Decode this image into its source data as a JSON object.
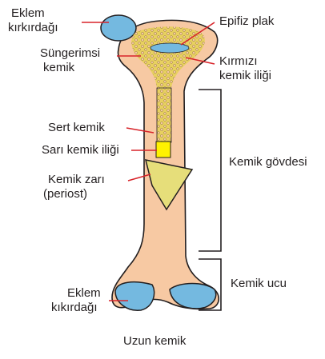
{
  "labels": {
    "eklem_kikirdagi_top_1": "Eklem",
    "eklem_kikirdagi_top_2": "kırkırdağı",
    "epifiz_plak": "Epifiz plak",
    "sungerimsi_1": "Süngerimsi",
    "sungerimsi_2": "kemik",
    "kirmizi_1": "Kırmızı",
    "kirmizi_2": "kemik iliği",
    "sert_kemik": "Sert kemik",
    "sari_kemik_iligi": "Sarı kemik iliği",
    "kemik_zari_1": "Kemik zarı",
    "kemik_zari_2": "(periost)",
    "kemik_govdesi": "Kemik gövdesi",
    "kemik_ucu": "Kemik ucu",
    "eklem_kikirdagi_bottom_1": "Eklem",
    "eklem_kikirdagi_bottom_2": "kıkırdağı",
    "caption": "Uzun kemik"
  },
  "colors": {
    "bone": "#f7c9a3",
    "outline": "#231f20",
    "cartilage": "#74b9e0",
    "marrow_red": "#e8d060",
    "marrow_yellow": "#fff200",
    "pointer": "#d8242a",
    "periosteum": "#e6de7a"
  }
}
